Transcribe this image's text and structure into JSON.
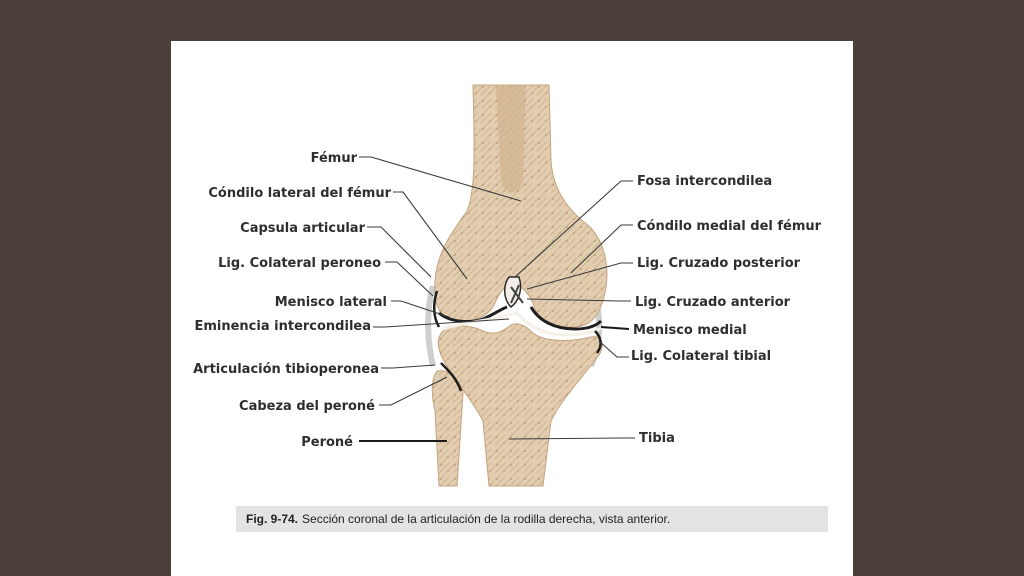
{
  "labels": {
    "femur": "Fémur",
    "condilo_lateral": "Cóndilo lateral del fémur",
    "capsula": "Capsula articular",
    "lig_colateral_peroneo": "Lig. Colateral peroneo",
    "menisco_lateral": "Menisco lateral",
    "eminencia": "Eminencia intercondilea",
    "art_tibioperonea": "Articulación tibioperonea",
    "cabeza_perone": "Cabeza del peroné",
    "perone": "Peroné",
    "fosa": "Fosa intercondilea",
    "condilo_medial": "Cóndilo medial del fémur",
    "lig_cruzado_post": "Lig. Cruzado posterior",
    "lig_cruzado_ant": "Lig. Cruzado anterior",
    "menisco_medial": "Menisco medial",
    "lig_colateral_tibial": "Lig. Colateral tibial",
    "tibia": "Tibia"
  },
  "caption": {
    "label": "Fig. 9-74.",
    "text": "Sección coronal de la articulación de la rodilla derecha, vista anterior."
  },
  "colors": {
    "background": "#4a3f3a",
    "panel": "#ffffff",
    "bone": "#e4cfb2",
    "bone_shadow": "#cdb391",
    "cartilage": "#f2ece3",
    "caption_bg": "#e3e3e3"
  }
}
